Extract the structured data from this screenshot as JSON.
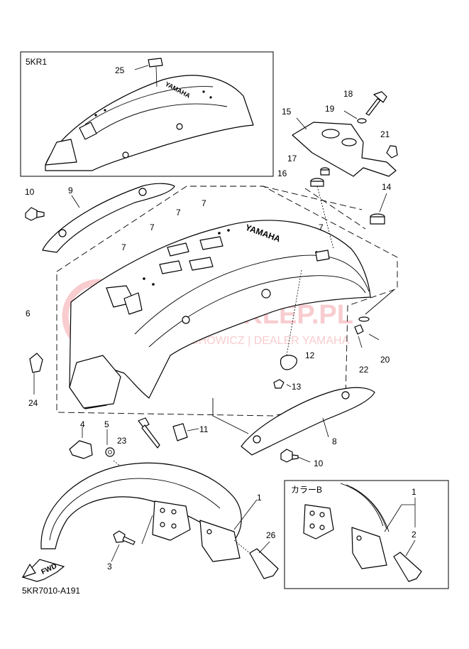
{
  "inset_top": {
    "code": "5KR1"
  },
  "inset_bottom": {
    "code": "カラーB"
  },
  "diagram_code": "5KR7010-A191",
  "fwd_badge": "FWD",
  "watermark": {
    "title": "YAMA-SKLEP.PL",
    "subtitle": "WOJCIECHOWICZ | DEALER YAMAHA"
  },
  "fender_logo": "YAMAHA",
  "callouts": {
    "c1": "1",
    "c1b": "1",
    "c2": "2",
    "c3": "3",
    "c4": "4",
    "c5": "5",
    "c6": "6",
    "c7a": "7",
    "c7b": "7",
    "c7c": "7",
    "c7d": "7",
    "c7e": "7",
    "c8": "8",
    "c9": "9",
    "c10a": "10",
    "c10b": "10",
    "c11": "11",
    "c12": "12",
    "c13": "13",
    "c14": "14",
    "c15": "15",
    "c16": "16",
    "c17": "17",
    "c18": "18",
    "c19": "19",
    "c20": "20",
    "c21": "21",
    "c22": "22",
    "c23": "23",
    "c24": "24",
    "c25": "25",
    "c26": "26"
  }
}
